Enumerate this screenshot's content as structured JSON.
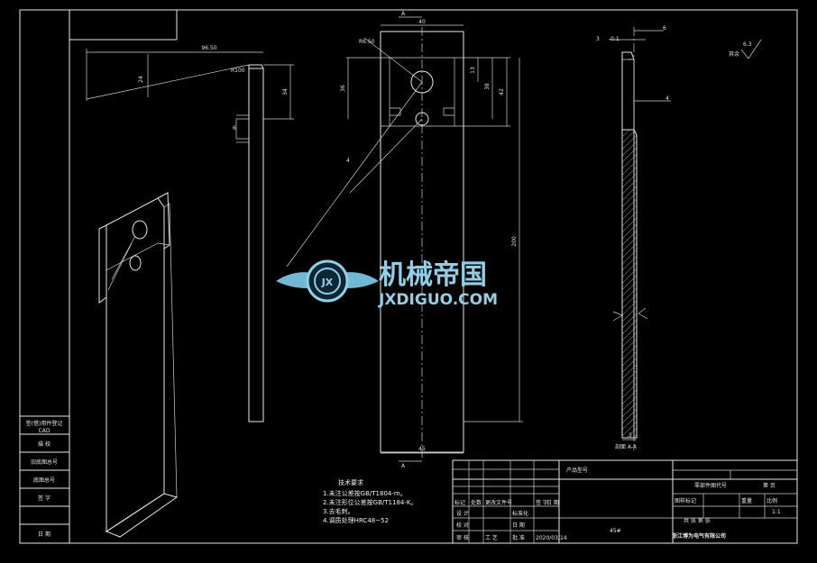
{
  "section_marks": {
    "top": "A",
    "bottom": "A"
  },
  "section_label": "剖面 A-A",
  "surface_finish": {
    "prefix": "其余",
    "value": "6.3"
  },
  "dimensions": {
    "d_9650": "96.50",
    "d_r100": "R100",
    "d_24": "24",
    "d_34": "34",
    "d_6": "6",
    "d_r60": "R6.50",
    "d_40": "40",
    "d_13": "13",
    "d_36a": "36",
    "d_38": "38",
    "d_42": "42",
    "d_200": "200",
    "d_45": "45",
    "d_4": "4",
    "d_3top": "3",
    "d_01": "-0.1",
    "d_6r": "6",
    "d_4r": "4",
    "d_3b": "3"
  },
  "tech_requirements": {
    "title": "技术要求",
    "items": [
      "1.未注公差按GB/T1804-m。",
      "2.未注形位公差按GB/T1184-K。",
      "3.去毛刺。",
      "4.调质处理HRC48~52"
    ]
  },
  "left_strip": [
    "签(借)用件登记",
    "CAD",
    "描 校",
    "旧底图总号",
    "底图总号",
    "签 字",
    "日 期"
  ],
  "title_block": {
    "product_model_label": "产品型号",
    "drawing_no_label": "零部件图代号",
    "page_label": "第 页",
    "material": "45#",
    "company": "浙江博为电气有限公司",
    "stage_mark_label": "图样标记",
    "weight_label": "重量",
    "scale_label": "比例",
    "scale_value": "1:1",
    "sheets_label": "共 张 第 张",
    "rows": [
      [
        "标记",
        "处数",
        "更改文件号",
        "签 字",
        "日 期"
      ],
      [
        "设 计",
        "",
        "标准化",
        "",
        ""
      ],
      [
        "校 对",
        "",
        "",
        "",
        ""
      ],
      [
        "审 核",
        "",
        "批 准",
        "",
        ""
      ],
      [
        "工 艺",
        "",
        "日 期",
        "",
        "2020/03/14"
      ]
    ]
  },
  "watermark": {
    "cn": "机械帝国",
    "en": "JXDIGUO.COM",
    "badge": "JX"
  }
}
